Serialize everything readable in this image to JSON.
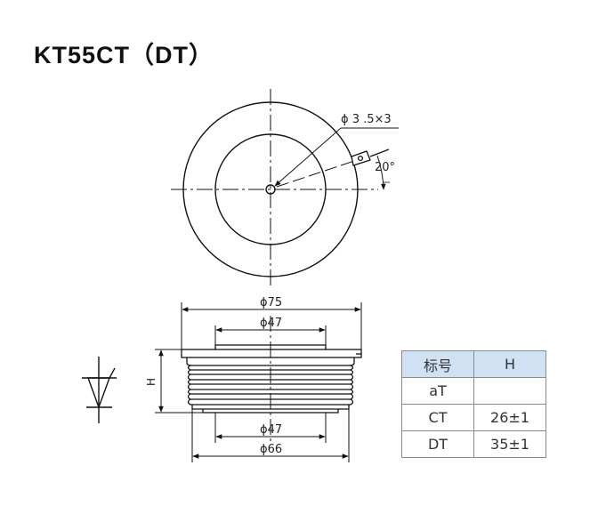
{
  "title": "KT55CT（DT）",
  "top_view": {
    "hole_label": "ϕ 3 .5×3",
    "angle_label": "20°"
  },
  "side_view": {
    "dim_outer_top": "ϕ75",
    "dim_inner_top": "ϕ47",
    "dim_inner_bottom": "ϕ47",
    "dim_outer_bottom": "ϕ66",
    "height_label": "H"
  },
  "table": {
    "headers": [
      "标号",
      "H"
    ],
    "rows": [
      [
        "aT",
        ""
      ],
      [
        "CT",
        "26±1"
      ],
      [
        "DT",
        "35±1"
      ]
    ]
  },
  "colors": {
    "header_bg": "#cfe1f3",
    "line": "#111111"
  }
}
